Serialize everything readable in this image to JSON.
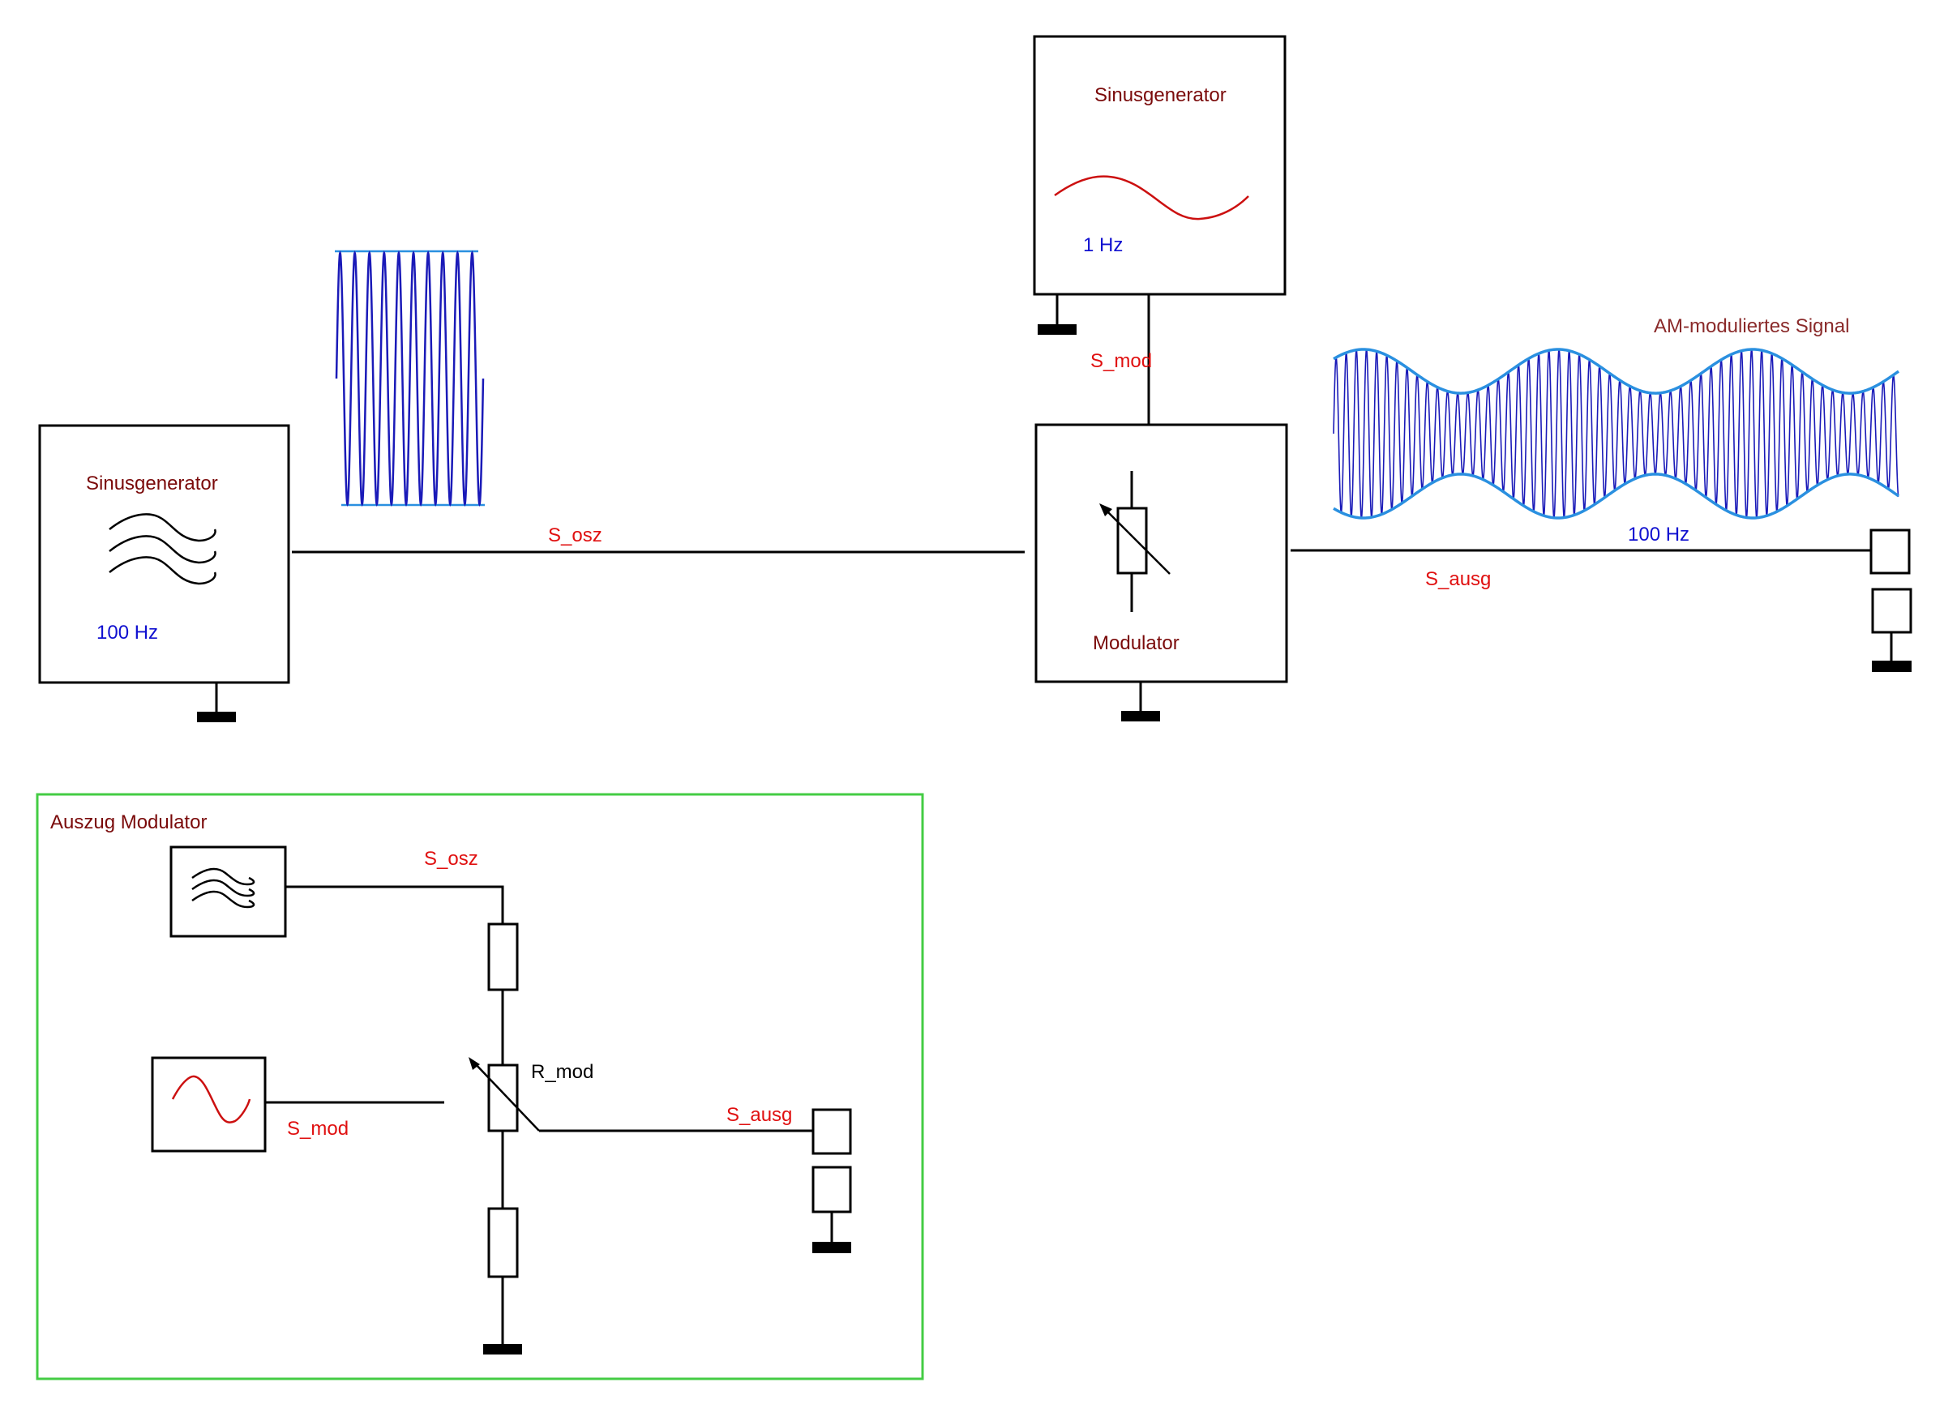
{
  "diagram": {
    "generator_carrier": {
      "title": "Sinusgenerator",
      "frequency": "100 Hz",
      "icon": "sine-waves-icon"
    },
    "generator_modulation": {
      "title": "Sinusgenerator",
      "frequency": "1 Hz",
      "icon": "sine-wave-icon"
    },
    "modulator": {
      "title": "Modulator",
      "icon": "variable-resistor-icon"
    },
    "signals": {
      "osz": "S_osz",
      "mod": "S_mod",
      "ausg": "S_ausg"
    },
    "carrier_waveform": {
      "cycles": 10
    },
    "am_signal": {
      "title": "AM-moduliertes Signal",
      "carrier_frequency": "100 Hz",
      "modulation_cycles": 3,
      "min_to_max_ratio": 0.48
    },
    "inset": {
      "title": "Auszug Modulator",
      "osz_label": "S_osz",
      "mod_label": "S_mod",
      "ausg_label": "S_ausg",
      "resistor_label": "R_mod",
      "border_color": "#44cc44"
    },
    "colors": {
      "title": "#7a0a0a",
      "signal": "#e01010",
      "frequency": "#1010d0",
      "waveform": "#1a1ab8",
      "envelope": "#2a90e0"
    }
  }
}
